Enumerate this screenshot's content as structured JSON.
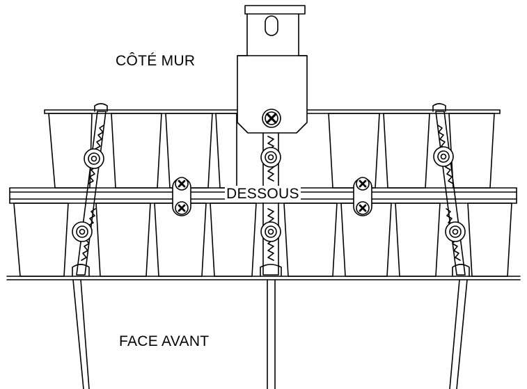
{
  "labels": {
    "wall_side": "CÔTÉ MUR",
    "underside": "DESSOUS",
    "front_face": "FACE AVANT"
  },
  "colors": {
    "line": "#000000",
    "background": "#ffffff"
  }
}
